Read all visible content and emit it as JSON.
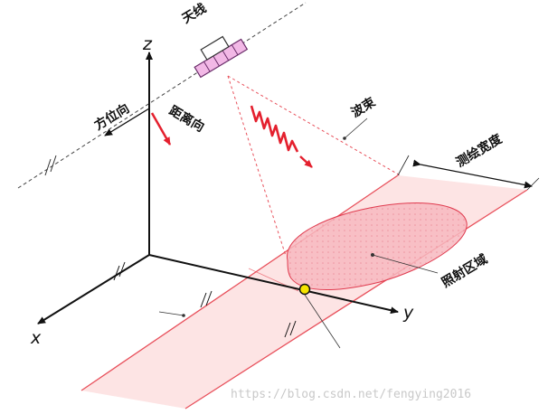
{
  "labels": {
    "antenna": "天线",
    "azimuth": "方位向",
    "range": "距离向",
    "beam": "波束",
    "swath": "测绘宽度",
    "illuminated_area": "照射区域"
  },
  "axes": {
    "x": "x",
    "y": "y",
    "z": "z"
  },
  "watermark": "https://blog.csdn.net/fengying2016",
  "colors": {
    "axis": "#111111",
    "swath_line": "#e8505b",
    "swath_fill": "#fde4e4",
    "footprint_fill": "#f7b9c0",
    "footprint_edge": "#e03a4e",
    "beam_line": "#e8505b",
    "pulse": "#e4202e",
    "antenna_fill": "#f2b8e6",
    "antenna_edge": "#6a2d6a",
    "nadir_point": "#f5e400"
  }
}
